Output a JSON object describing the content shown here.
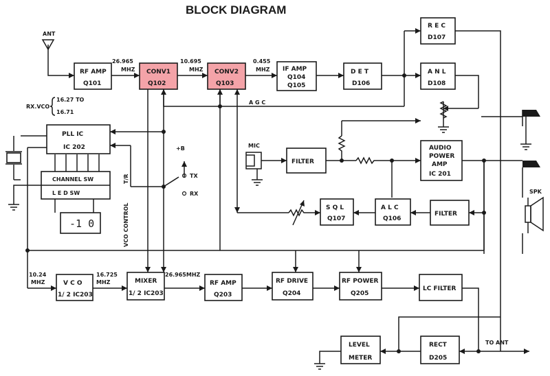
{
  "title": "BLOCK DIAGRAM",
  "colors": {
    "highlight": "#f4a3a8",
    "line": "#1a1a1a"
  },
  "blocks": {
    "rf_amp": [
      "RF AMP",
      "Q101"
    ],
    "conv1": [
      "CONV1",
      "Q102"
    ],
    "conv2": [
      "CONV2",
      "Q103"
    ],
    "if_amp": [
      "IF AMP",
      "Q104",
      "Q105"
    ],
    "det": [
      "D E T",
      "D106"
    ],
    "rec": [
      "R E C",
      "D107"
    ],
    "anl": [
      "A N L",
      "D108"
    ],
    "pll": [
      "PLL   IC",
      "IC 202"
    ],
    "channel_sw": "CHANNEL  SW",
    "led_sw": "L E D     SW",
    "filter1": "FILTER",
    "audio": [
      "AUDIO",
      "POWER",
      "AMP",
      "IC 201"
    ],
    "sql": [
      "S Q L",
      "Q107"
    ],
    "alc": [
      "A L C",
      "Q106"
    ],
    "filter2": "FILTER",
    "vco": [
      "V C O",
      "1/ 2 IC203"
    ],
    "mixer": [
      "MIXER",
      "1/ 2 IC203"
    ],
    "rf_amp2": [
      "RF AMP",
      "Q203"
    ],
    "rf_drive": [
      "RF DRIVE",
      "Q204"
    ],
    "rf_power": [
      "RF POWER",
      "Q205"
    ],
    "lc_filter": "LC FILTER",
    "level_meter": [
      "LEVEL",
      "METER"
    ],
    "rect": [
      "RECT",
      "D205"
    ]
  },
  "labels": {
    "ant": "ANT",
    "f1": [
      "26.965",
      "MHZ"
    ],
    "f2": [
      "10.695",
      "MHZ"
    ],
    "f3": [
      "0.455",
      "MHZ"
    ],
    "rx_vco": [
      "RX.VCO",
      "16.27  TO",
      "16.71"
    ],
    "agc": "A G C",
    "plus_b": "+B",
    "tx": "TX",
    "rx": "RX",
    "tr": "T/R",
    "vco_control": "VCO   CONTROL",
    "mic": "MIC",
    "spk": "SPK",
    "f4": [
      "10.24",
      "MHZ"
    ],
    "f5": [
      "16.725",
      "MHZ"
    ],
    "f6": "26.965MHZ",
    "to_ant": "TO  ANT",
    "display": "-1 0"
  }
}
